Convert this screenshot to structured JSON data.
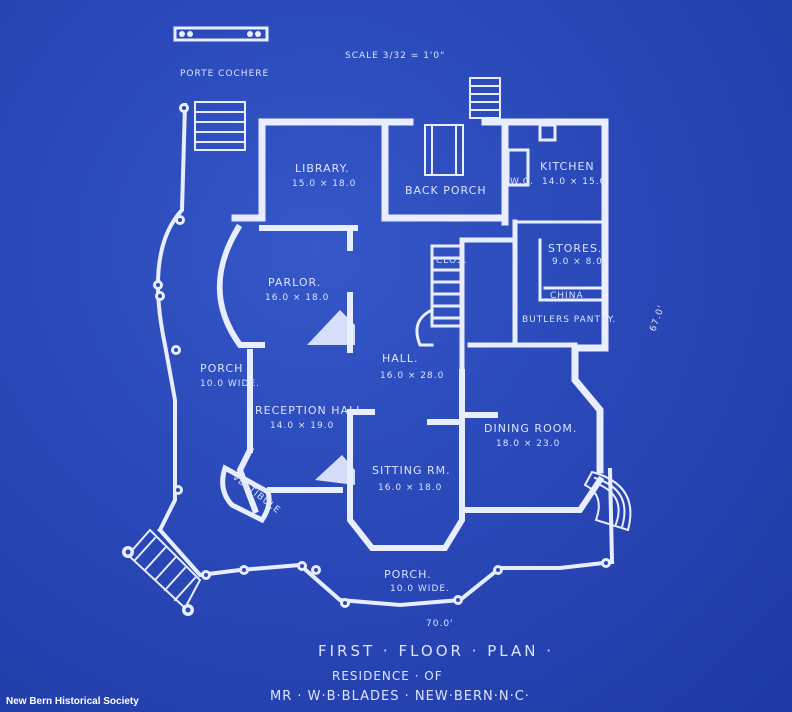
{
  "scale": "SCALE 3/32 = 1'0\"",
  "porte_cochere": "PORTE COCHERE",
  "rooms": {
    "library": {
      "name": "LIBRARY.",
      "size": "15.0 × 18.0"
    },
    "back_porch": {
      "name": "BACK PORCH"
    },
    "kitchen": {
      "name": "KITCHEN",
      "size": "14.0 × 15.0"
    },
    "wc": {
      "name": "W.C."
    },
    "stores": {
      "name": "STORES.",
      "size": "9.0 × 8.0"
    },
    "closet": {
      "name": "CLOS."
    },
    "china": {
      "name": "CHINA"
    },
    "butlers_pantry": {
      "name": "BUTLERS PANTRY."
    },
    "parlor": {
      "name": "PARLOR.",
      "size": "16.0 × 18.0"
    },
    "hall": {
      "name": "HALL.",
      "size": "16.0 × 28.0"
    },
    "porch_side": {
      "name": "PORCH",
      "size": "10.0 WIDE."
    },
    "reception": {
      "name": "RECEPTION HALL",
      "size": "14.0 × 19.0"
    },
    "dining": {
      "name": "DINING ROOM.",
      "size": "18.0 × 23.0"
    },
    "vestibule": {
      "name": "VESTIBULE"
    },
    "sitting": {
      "name": "SITTING RM.",
      "size": "16.0 × 18.0"
    },
    "porch_front": {
      "name": "PORCH.",
      "size": "10.0 WIDE."
    }
  },
  "dims": {
    "right": "67.0'",
    "bottom": "70.0'"
  },
  "title": "FIRST · FLOOR · PLAN ·",
  "subtitle": "RESIDENCE · OF",
  "owner": "MR · W·B·BLADES · NEW·BERN·N·C·",
  "credit": "New Bern Historical Society"
}
